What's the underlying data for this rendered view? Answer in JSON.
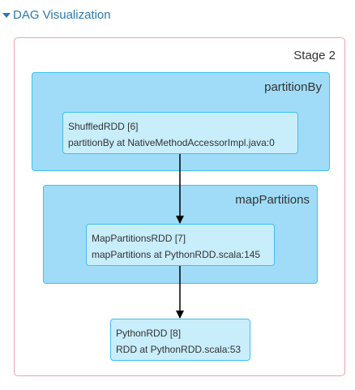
{
  "header": {
    "title": "DAG Visualization",
    "toggle_icon": "caret-down-icon"
  },
  "stage": {
    "label": "Stage 2",
    "clusters": [
      {
        "label": "partitionBy",
        "node": {
          "line1": "ShuffledRDD [6]",
          "line2": "partitionBy at NativeMethodAccessorImpl.java:0"
        }
      },
      {
        "label": "mapPartitions",
        "node": {
          "line1": "MapPartitionsRDD [7]",
          "line2": "mapPartitions at PythonRDD.scala:145"
        }
      }
    ],
    "standalone_node": {
      "line1": "PythonRDD [8]",
      "line2": "RDD at PythonRDD.scala:53"
    }
  },
  "colors": {
    "header_link": "#2a7ab0",
    "stage_border": "#f2a0ad",
    "cluster_fill": "#a0dcf7",
    "node_fill": "#c8edfb",
    "border": "#3ec0ef",
    "edge": "#000000"
  }
}
